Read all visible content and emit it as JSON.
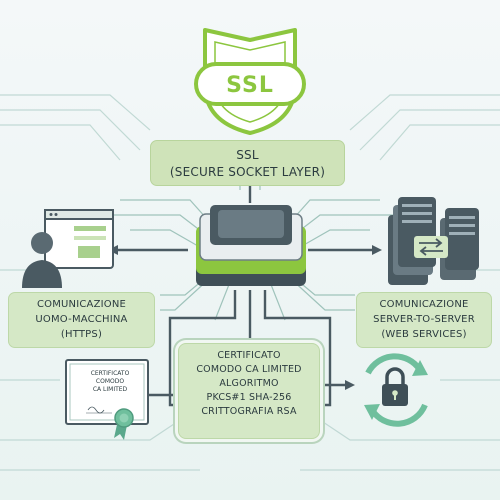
{
  "shield": {
    "label": "SSL"
  },
  "ssl_box": {
    "line1": "SSL",
    "line2": "(SECURE SOCKET LAYER)"
  },
  "human_box": {
    "line1": "COMUNICAZIONE",
    "line2": "UOMO-MACCHINA",
    "line3": "(HTTPS)"
  },
  "server_box": {
    "line1": "COMUNICAZIONE",
    "line2": "SERVER-TO-SERVER",
    "line3": "(WEB SERVICES)"
  },
  "cert_info": {
    "line1": "CERTIFICATO",
    "line2": "COMODO CA LIMITED",
    "line3": "ALGORITMO",
    "line4": "PKCS#1 SHA-256",
    "line5": "CRITTOGRAFIA RSA"
  },
  "certificate": {
    "line1": "CERTIFICATO",
    "line2": "COMODO",
    "line3": "CA LIMITED"
  },
  "colors": {
    "accent_green": "#8cc63f",
    "box_green": "#d5e8c6",
    "dark_slate": "#4a5a62",
    "teal_line": "#8fb8b0"
  },
  "icons": {
    "shield": "ssl-shield-icon",
    "chip": "chip-icon",
    "user": "user-icon",
    "browser": "browser-window-icon",
    "servers": "server-rack-icon",
    "transfer": "transfer-arrows-icon",
    "certificate": "certificate-icon",
    "lock": "refresh-lock-icon"
  }
}
